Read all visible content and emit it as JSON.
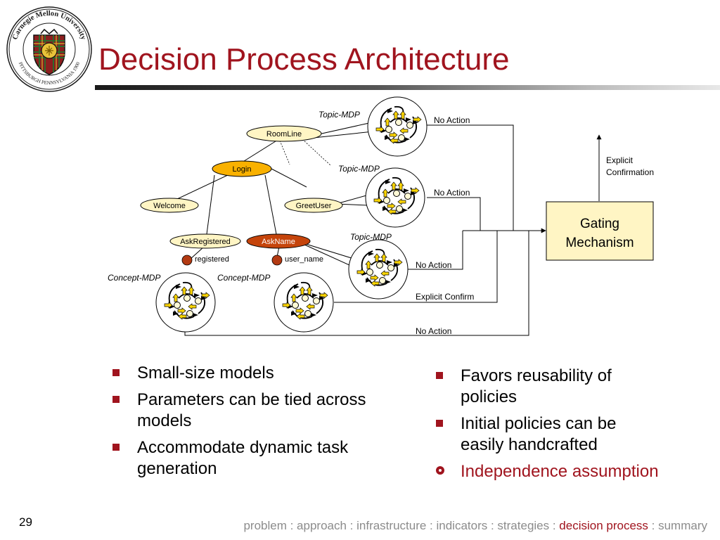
{
  "slide": {
    "title": "Decision Process Architecture",
    "number": "29"
  },
  "logo": {
    "text_top": "Carnegie Mellon University",
    "text_bottom": "PITTSBURGH PENNSYLVANIA 1900"
  },
  "diagram": {
    "nodes": {
      "roomline": "RoomLine",
      "login": "Login",
      "welcome": "Welcome",
      "greetuser": "GreetUser",
      "askregistered": "AskRegistered",
      "askname": "AskName"
    },
    "concepts": {
      "registered": "registered",
      "user_name": "user_name"
    },
    "mdp_labels": {
      "topic_1": "Topic-MDP",
      "topic_2": "Topic-MDP",
      "topic_3": "Topic-MDP",
      "concept_1": "Concept-MDP",
      "concept_2": "Concept-MDP"
    },
    "edge_labels": {
      "no_action_1": "No Action",
      "no_action_2": "No Action",
      "no_action_3": "No Action",
      "explicit_confirm": "Explicit Confirm",
      "no_action_4": "No Action"
    },
    "gating": {
      "line1": "Gating",
      "line2": "Mechanism"
    },
    "output": {
      "line1": "Explicit",
      "line2": "Confirmation"
    }
  },
  "bullets_left": [
    {
      "lines": [
        "Small-size models"
      ]
    },
    {
      "lines": [
        "Parameters can be tied across",
        "models"
      ]
    },
    {
      "lines": [
        "Accommodate dynamic task",
        "generation"
      ]
    }
  ],
  "bullets_right": [
    {
      "lines": [
        "Favors  reusability of",
        "policies"
      ]
    },
    {
      "lines": [
        "Initial policies can be",
        "easily handcrafted"
      ]
    },
    {
      "lines": [
        "Independence assumption"
      ]
    }
  ],
  "footer": {
    "items": [
      "problem",
      "approach",
      "infrastructure",
      "indicators",
      "strategies",
      "decision process",
      "summary"
    ],
    "separator": " : ",
    "active": "decision process"
  },
  "colors": {
    "accent_red": "#a0141e",
    "node_yellow": "#fff5c4",
    "node_orange": "#f9b100",
    "node_askname": "#c5440b",
    "gating_fill": "#fff5c4",
    "footer_gray": "#8c8c8c",
    "icon_yellow": "#ffd700",
    "concept_dot": "#b33a12"
  }
}
